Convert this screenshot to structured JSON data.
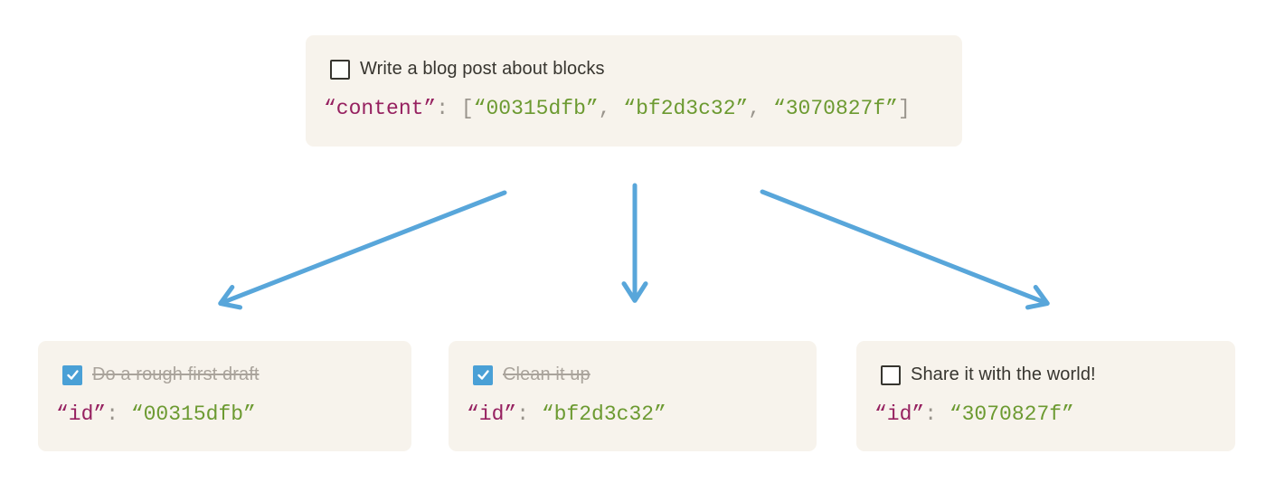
{
  "colors": {
    "page_bg": "#ffffff",
    "card_bg": "#f7f3ec",
    "text_dark": "#37352f",
    "text_done_muted": "#a9a39b",
    "code_key": "#962160",
    "code_punct": "#99948c",
    "code_string": "#6c9a31",
    "arrow_blue": "#58a6da",
    "checkbox_checked_bg": "#4aa0d6"
  },
  "parent_block": {
    "todo": {
      "label": "Write a blog post about blocks",
      "checked": false
    },
    "code": {
      "key": "“content”",
      "colon": ": ",
      "bracket_open": "[",
      "comma": ", ",
      "bracket_close": "]",
      "values": [
        "“00315dfb”",
        "“bf2d3c32”",
        "“3070827f”"
      ]
    }
  },
  "child_blocks": [
    {
      "todo": {
        "label": "Do a rough first draft",
        "checked": true
      },
      "code": {
        "key": "“id”",
        "colon": ": ",
        "value": "“00315dfb”"
      }
    },
    {
      "todo": {
        "label": "Clean it up",
        "checked": true
      },
      "code": {
        "key": "“id”",
        "colon": ": ",
        "value": "“bf2d3c32”"
      }
    },
    {
      "todo": {
        "label": "Share it with the world!",
        "checked": false
      },
      "code": {
        "key": "“id”",
        "colon": ": ",
        "value": "“3070827f”"
      }
    }
  ]
}
